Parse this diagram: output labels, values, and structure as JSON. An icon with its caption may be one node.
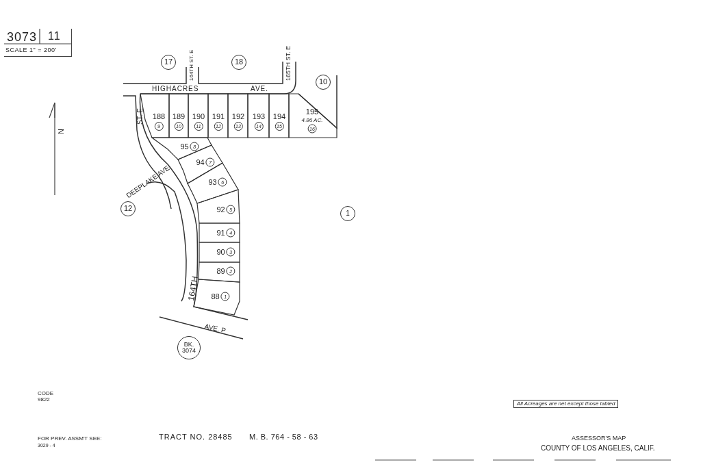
{
  "diagram": {
    "title": "ASSESSOR'S MAP",
    "caption": "COUNTY OF LOS ANGELES, CALIF.",
    "nodes": [
      {
        "text": [
          "17"
        ]
      },
      {
        "text": [
          "18"
        ]
      },
      {
        "text": [
          "10"
        ]
      },
      {
        "text": [
          "188",
          "9"
        ]
      },
      {
        "text": [
          "189",
          "10"
        ]
      },
      {
        "text": [
          "190",
          "11"
        ]
      },
      {
        "text": [
          "191",
          "12"
        ]
      },
      {
        "text": [
          "192",
          "13"
        ]
      },
      {
        "text": [
          "193",
          "14"
        ]
      },
      {
        "text": [
          "194",
          "15"
        ]
      },
      {
        "text": [
          "195",
          "4.86 AC.",
          "16"
        ]
      },
      {
        "text": [
          "95",
          "8"
        ]
      },
      {
        "text": [
          "94",
          "7"
        ]
      },
      {
        "text": [
          "93",
          "6"
        ]
      },
      {
        "text": [
          "92",
          "5"
        ]
      },
      {
        "text": [
          "91",
          "4"
        ]
      },
      {
        "text": [
          "90",
          "3"
        ]
      },
      {
        "text": [
          "89",
          "2"
        ]
      },
      {
        "text": [
          "88",
          "1"
        ]
      },
      {
        "text": [
          "12"
        ]
      },
      {
        "text": [
          "1"
        ]
      },
      {
        "text": [
          "BK. 3074"
        ]
      }
    ],
    "labels": [
      "3073",
      "11",
      "SCALE 1\" = 200'",
      "N",
      "HIGHACRES",
      "AVE.",
      "164TH ST. E",
      "165TH ST. E",
      "ST. E",
      "DEEPLAKE AVE.",
      "164TH",
      "AVE. P",
      "CODE",
      "9822",
      "FOR PREV. ASSM'T SEE:",
      "3029 - 4",
      "TRACT NO. 28485",
      "M. B. 764 - 58 - 63",
      "All Acreages are net except those tabled"
    ]
  }
}
